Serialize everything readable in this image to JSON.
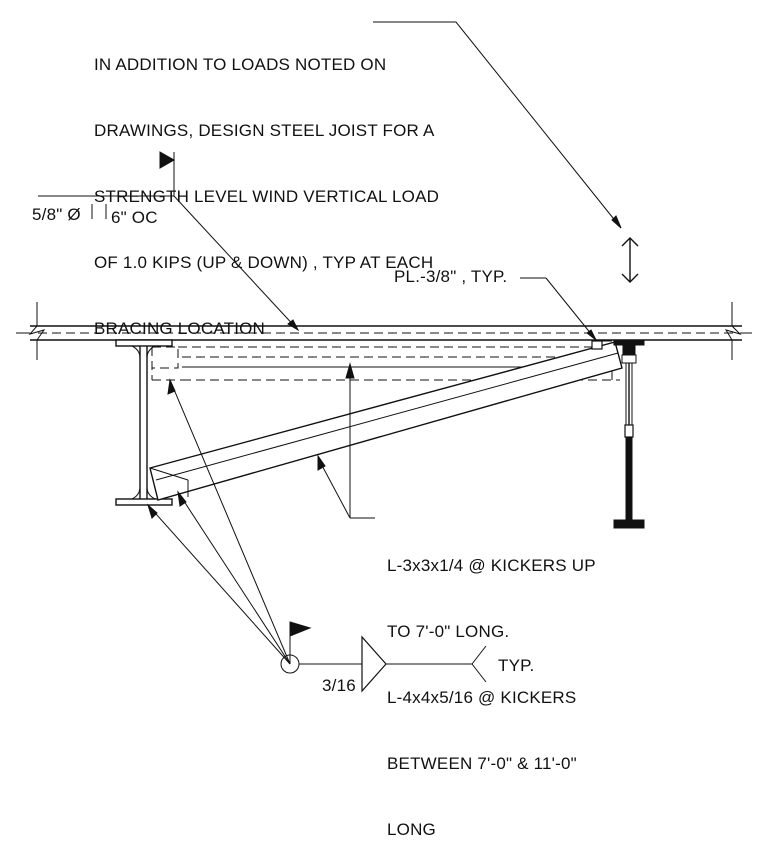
{
  "notes": {
    "wind_load": [
      "IN ADDITION TO LOADS NOTED ON",
      "DRAWINGS, DESIGN STEEL JOIST FOR A",
      "STRENGTH LEVEL WIND VERTICAL LOAD",
      "OF 1.0 KIPS (UP & DOWN) , TYP AT EACH",
      "BRACING LOCATION"
    ],
    "stud_diameter": "5/8\" Ø",
    "stud_spacing": "6\" OC",
    "plate": "PL.-3/8\" , TYP.",
    "kicker_spec": [
      "L-3x3x1/4 @ KICKERS UP",
      "TO 7'-0\" LONG.",
      "L-4x4x5/16 @ KICKERS",
      "BETWEEN 7'-0\" & 11'-0\"",
      "LONG"
    ],
    "weld_size": "3/16",
    "weld_typ": "TYP."
  }
}
